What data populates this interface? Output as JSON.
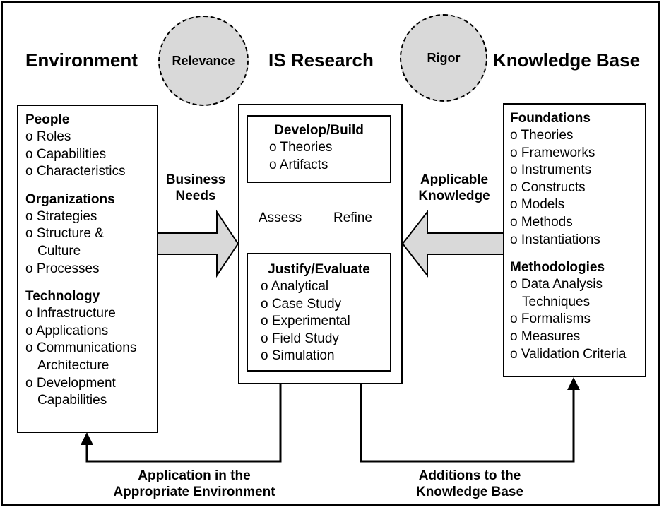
{
  "headings": {
    "environment": "Environment",
    "relevance": "Relevance",
    "is_research": "IS Research",
    "rigor": "Rigor",
    "knowledge_base": "Knowledge Base"
  },
  "environment": {
    "people": {
      "title": "People",
      "items": [
        "o Roles",
        "o Capabilities",
        "o Characteristics"
      ]
    },
    "organizations": {
      "title": "Organizations",
      "items": [
        "o Strategies",
        "o Structure &",
        "Culture",
        "o Processes"
      ]
    },
    "technology": {
      "title": "Technology",
      "items": [
        "o Infrastructure",
        "o Applications",
        "o Communications",
        "Architecture",
        "o Development",
        "Capabilities"
      ]
    }
  },
  "research": {
    "develop": {
      "title": "Develop/Build",
      "items": [
        "o Theories",
        "o Artifacts"
      ]
    },
    "justify": {
      "title": "Justify/Evaluate",
      "items": [
        "o Analytical",
        "o Case Study",
        "o Experimental",
        "o Field Study",
        "o Simulation"
      ]
    },
    "assess": "Assess",
    "refine": "Refine"
  },
  "knowledge": {
    "foundations": {
      "title": "Foundations",
      "items": [
        "o Theories",
        "o Frameworks",
        "o Instruments",
        "o Constructs",
        "o Models",
        "o Methods",
        "o Instantiations"
      ]
    },
    "methodologies": {
      "title": "Methodologies",
      "items": [
        "o Data Analysis",
        "Techniques",
        "o Formalisms",
        "o Measures",
        "o Validation Criteria"
      ]
    }
  },
  "arrows": {
    "business_needs": [
      "Business",
      "Needs"
    ],
    "applicable_knowledge": [
      "Applicable",
      "Knowledge"
    ],
    "application": [
      "Application in the",
      "Appropriate Environment"
    ],
    "additions": [
      "Additions to the",
      "Knowledge Base"
    ]
  }
}
